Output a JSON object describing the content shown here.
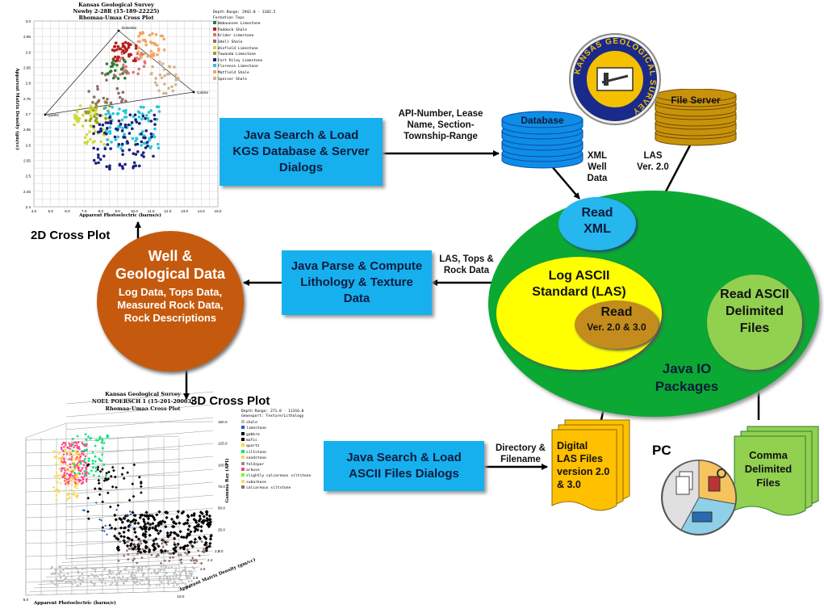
{
  "plot2d": {
    "title1": "Kansas Geological Survey",
    "title2": "Newby 2-28R (15-189-22225)",
    "title3": "Rhomaa-Umaa Cross Plot",
    "ylabel": "Apparent Matrix Density (gm/cc)",
    "xlabel": "Apparent Photoelectric (barns/e)",
    "yticks": [
      "3.0",
      "2.95",
      "2.9",
      "2.85",
      "2.8",
      "2.75",
      "2.7",
      "2.65",
      "2.6",
      "2.55",
      "2.5",
      "2.45",
      "2.4"
    ],
    "xticks": [
      "4.0",
      "5.0",
      "6.0",
      "7.0",
      "8.0",
      "9.0",
      "10.0",
      "11.0",
      "12.0",
      "13.0",
      "14.0",
      "15.0"
    ],
    "vertex_labels": [
      "Dolomite",
      "Calcite",
      "Quartz"
    ],
    "legend_header": "Depth Range: 2942.0 - 3182.5",
    "legend_subheader": "Formation Tops",
    "legend": [
      {
        "name": "Wabaunsee Limestone",
        "color": "#2e7d32"
      },
      {
        "name": "Paddock Shale",
        "color": "#b71c1c"
      },
      {
        "name": "Krider Limestone",
        "color": "#e57373"
      },
      {
        "name": "Odell Shale",
        "color": "#8d6e63"
      },
      {
        "name": "Winfield Limestone",
        "color": "#cddc39"
      },
      {
        "name": "Towanda Limestone",
        "color": "#9e9d24"
      },
      {
        "name": "Fort Riley Limestone",
        "color": "#1a237e"
      },
      {
        "name": "Florence Limestone",
        "color": "#26c6da"
      },
      {
        "name": "Matfield Shale",
        "color": "#f4a460"
      },
      {
        "name": "Speiser Shale",
        "color": "#d2b48c"
      }
    ]
  },
  "labels": {
    "cross2d": "2D Cross Plot",
    "cross3d": "3D Cross Plot",
    "api": "API-Number, Lease Name, Section-Township-Range",
    "xml_well_data": "XML Well Data",
    "las_ver": "LAS Ver. 2.0",
    "las_tops": "LAS, Tops & Rock Data",
    "dir_filename": "Directory & Filename",
    "pc": "PC"
  },
  "boxes": {
    "search_kgs": "Java Search & Load KGS Database & Server Dialogs",
    "parse": "Java Parse & Compute Lithology & Texture Data",
    "search_ascii": "Java Search & Load ASCII Files Dialogs"
  },
  "well": {
    "title": "Well & Geological Data",
    "body": "Log Data, Tops Data, Measured Rock Data, Rock Descriptions"
  },
  "db": {
    "database": "Database",
    "file_server": "File Server"
  },
  "seal": {
    "text": "KANSAS GEOLOGICAL SURVEY"
  },
  "io": {
    "read_xml": "Read XML",
    "las_title": "Log ASCII Standard (LAS)",
    "read": "Read",
    "read_ver": "Ver. 2.0 & 3.0",
    "read_ascii": "Read ASCII Delimited Files",
    "java_io": "Java IO Packages"
  },
  "files": {
    "digital": "Digital LAS Files version 2.0 & 3.0",
    "comma": "Comma Delimited Files"
  },
  "plot3d": {
    "title1": "Kansas Geological Survey",
    "title2": "NOEL POERSCH 1 (15-201-20003)",
    "title3": "Rhomaa-Umaa Cross Plot",
    "zlabel": "Gamma Ray (API)",
    "xlabel": "Apparent Photoelectric (barns/e)",
    "ylabel": "Apparent Matrix Density (gm/cc)",
    "zticks": [
      "150.0",
      "125.0",
      "100.0",
      "75.0",
      "50.0",
      "25.0",
      "0.0"
    ],
    "xticks_left": "5.0",
    "xticks_right": "15.0",
    "yticks": [
      "3.0",
      "2.8",
      "2.6",
      "2.4",
      "2.2"
    ],
    "legend_header": "Depth Range: 271.0 - 11316.0",
    "legend_subheader": "Geoexport: Texture/Lithology",
    "legend": [
      {
        "name": "shale",
        "color": "#bdbdbd"
      },
      {
        "name": "limestone",
        "color": "#1565c0"
      },
      {
        "name": "gabbro",
        "color": "#000000"
      },
      {
        "name": "mafic",
        "color": "#000000"
      },
      {
        "name": "quartz",
        "color": "#fdd835"
      },
      {
        "name": "siltstone",
        "color": "#00e676"
      },
      {
        "name": "sandstone",
        "color": "#fdd835"
      },
      {
        "name": "feldspar",
        "color": "#a1887f"
      },
      {
        "name": "arkose",
        "color": "#ff4081"
      },
      {
        "name": "slightly calcareous siltstone",
        "color": "#76ff03"
      },
      {
        "name": "subarkose",
        "color": "#ffd180"
      },
      {
        "name": "calcareous siltstone",
        "color": "#8d6e63"
      }
    ]
  }
}
